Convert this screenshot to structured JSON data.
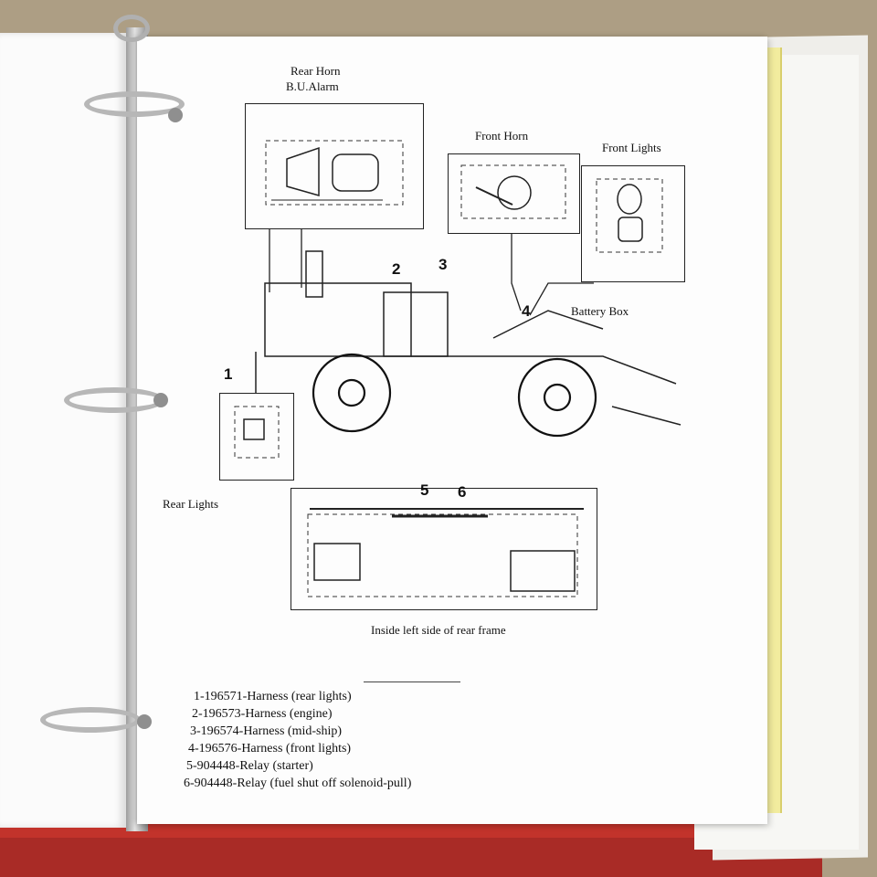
{
  "diagram": {
    "labels": {
      "rear_horn": "Rear Horn",
      "bu_alarm": "B.U.Alarm",
      "front_horn": "Front Horn",
      "front_lights": "Front Lights",
      "battery_box": "Battery Box",
      "rear_lights": "Rear Lights",
      "inside_caption": "Inside left side of rear frame"
    },
    "callouts": [
      "1",
      "2",
      "3",
      "4",
      "5",
      "6"
    ]
  },
  "parts_list": [
    "1-196571-Harness (rear lights)",
    "2-196573-Harness (engine)",
    "3-196574-Harness (mid-ship)",
    "4-196576-Harness (front lights)",
    "5-904448-Relay (starter)",
    "6-904448-Relay (fuel shut off solenoid-pull)"
  ]
}
